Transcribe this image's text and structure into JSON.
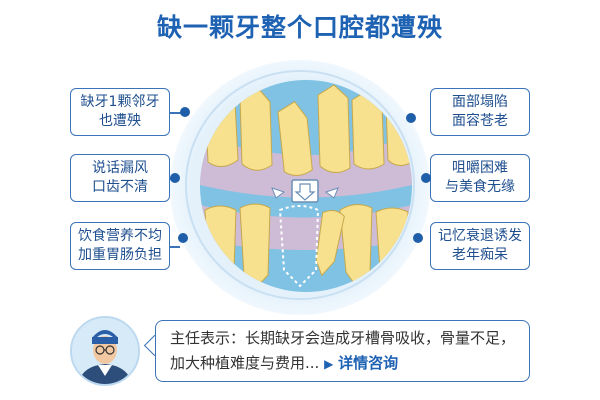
{
  "title": "缺一颗牙整个口腔都遭殃",
  "left_labels": [
    "缺牙1颗邻牙\n也遭殃",
    "说话漏风\n口齿不清",
    "饮食营养不均\n加重胃肠负担"
  ],
  "right_labels": [
    "面部塌陷\n面容苍老",
    "咀嚼困难\n与美食无缘",
    "记忆衰退诱发\n老年痴呆"
  ],
  "doctor_quote": {
    "text": "主任表示：长期缺牙会造成牙槽骨吸收，骨量不足，加大种植难度与费用...",
    "more_link": "详情咨询"
  },
  "colors": {
    "accent": "#1e62b3",
    "tooth": "#f7e08e",
    "gum": "#e8b8d0",
    "background_illus": "#7fc2e3"
  }
}
